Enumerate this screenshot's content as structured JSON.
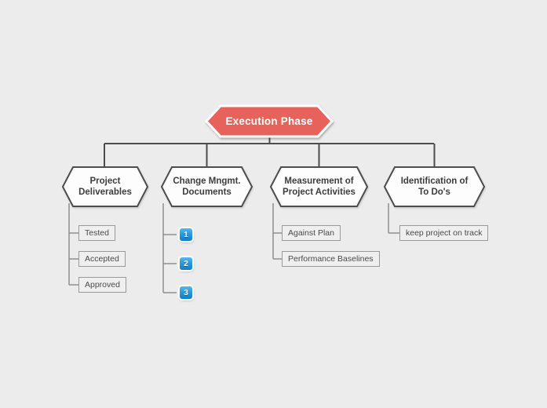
{
  "diagram": {
    "root": {
      "label": "Execution Phase"
    },
    "branches": [
      {
        "label": "Project\nDeliverables",
        "children": [
          {
            "type": "box",
            "label": "Tested"
          },
          {
            "type": "box",
            "label": "Accepted"
          },
          {
            "type": "box",
            "label": "Approved"
          }
        ]
      },
      {
        "label": "Change Mngmt.\nDocuments",
        "children": [
          {
            "type": "numbered-icon",
            "label": "1"
          },
          {
            "type": "numbered-icon",
            "label": "2"
          },
          {
            "type": "numbered-icon",
            "label": "3"
          }
        ]
      },
      {
        "label": "Measurement of\nProject Activities",
        "children": [
          {
            "type": "box",
            "label": "Against Plan"
          },
          {
            "type": "box",
            "label": "Performance Baselines"
          }
        ]
      },
      {
        "label": "Identification of\nTo Do's",
        "children": [
          {
            "type": "box",
            "label": "keep project on track"
          }
        ]
      }
    ]
  },
  "colors": {
    "background": "#ececec",
    "root_fill": "#e8625b",
    "root_outline": "#ffffff",
    "root_text": "#ffffff",
    "branch_fill": "#fdfdfd",
    "branch_border": "#4d4d4d",
    "branch_text": "#3d3d3d",
    "leaf_fill": "#efefef",
    "leaf_border": "#999999",
    "leaf_text": "#4a4a4a",
    "connector_main": "#4d4d4d",
    "connector_leaf": "#8f8f8f",
    "icon_blue_top": "#55b9ee",
    "icon_blue_bottom": "#0f7ec6"
  }
}
